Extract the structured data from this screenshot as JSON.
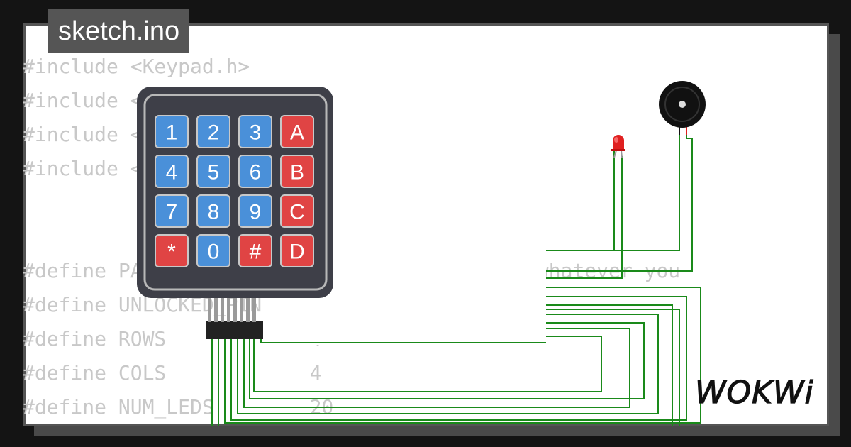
{
  "file": {
    "name": "sketch.ino"
  },
  "code_lines": [
    "#include <Keypad.h>",
    "#include <Servo.h>",
    "#include <EEPROM.h>",
    "#include <LiquidCrystal.h>",
    "",
    "",
    "#define PASSWORD        \"22138044\"  // Set whatever you",
    "#define UNLOCKED_PIN  10",
    "#define ROWS            4",
    "#define COLS            4",
    "#define NUM_LEDS        20"
  ],
  "keypad": {
    "rows": [
      [
        {
          "label": "1",
          "type": "number"
        },
        {
          "label": "2",
          "type": "number"
        },
        {
          "label": "3",
          "type": "number"
        },
        {
          "label": "A",
          "type": "letter"
        }
      ],
      [
        {
          "label": "4",
          "type": "number"
        },
        {
          "label": "5",
          "type": "number"
        },
        {
          "label": "6",
          "type": "number"
        },
        {
          "label": "B",
          "type": "letter"
        }
      ],
      [
        {
          "label": "7",
          "type": "number"
        },
        {
          "label": "8",
          "type": "number"
        },
        {
          "label": "9",
          "type": "number"
        },
        {
          "label": "C",
          "type": "letter"
        }
      ],
      [
        {
          "label": "*",
          "type": "symbol"
        },
        {
          "label": "0",
          "type": "number"
        },
        {
          "label": "#",
          "type": "symbol"
        },
        {
          "label": "D",
          "type": "letter"
        }
      ]
    ]
  },
  "brand": {
    "logo": "WOKWi"
  },
  "colors": {
    "background": "#141414",
    "card": "#ffffff",
    "code_text": "#c8c8c8",
    "label_bg": "#555555",
    "keypad_body": "#3e3f48",
    "key_blue": "#4a90d9",
    "key_red": "#e04444",
    "wire_green": "#1a8a1a",
    "led_red": "#e02020",
    "buzzer": "#111111"
  },
  "icons": [
    "keypad-icon",
    "led-icon",
    "buzzer-icon",
    "wokwi-logo-icon"
  ]
}
